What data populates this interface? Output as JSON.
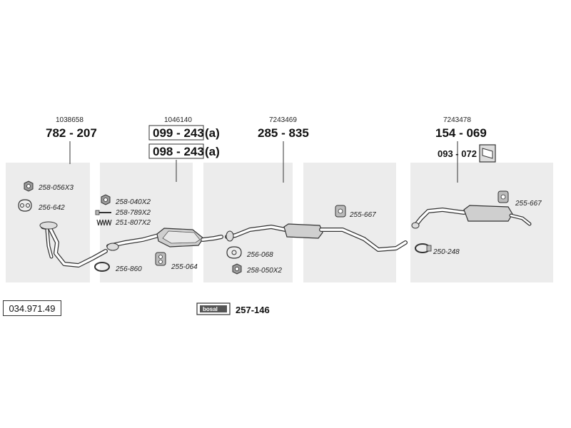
{
  "diagram": {
    "article_number": "034.971.49",
    "watermark_brand": "bosal",
    "groups": [
      {
        "ref": "1038658",
        "part": "782 - 207"
      },
      {
        "ref": "1046140",
        "parts": [
          "099 - 243",
          "098 - 243"
        ],
        "suffix": "(a)"
      },
      {
        "ref": "7243469",
        "part": "285 - 835"
      },
      {
        "ref": "7243478",
        "part": "154 - 069",
        "extra": "093 - 072"
      }
    ],
    "small_parts": [
      {
        "label": "258-056X3",
        "icon": "nut-icon"
      },
      {
        "label": "256-642",
        "icon": "gasket-icon"
      },
      {
        "label": "258-040X2",
        "icon": "nut-icon"
      },
      {
        "label": "258-789X2",
        "icon": "bolt-icon"
      },
      {
        "label": "251-807X2",
        "icon": "spring-icon"
      },
      {
        "label": "256-860",
        "icon": "ring-icon"
      },
      {
        "label": "255-064",
        "icon": "rubber-mount-icon"
      },
      {
        "label": "256-068",
        "icon": "gasket-icon"
      },
      {
        "label": "258-050X2",
        "icon": "nut-icon"
      },
      {
        "label": "255-667",
        "icon": "rubber-mount-icon"
      },
      {
        "label": "250-248",
        "icon": "clamp-icon"
      },
      {
        "label": "255-667",
        "icon": "rubber-mount-icon"
      }
    ],
    "kit": {
      "badge": "bosal",
      "part": "257-146"
    }
  }
}
